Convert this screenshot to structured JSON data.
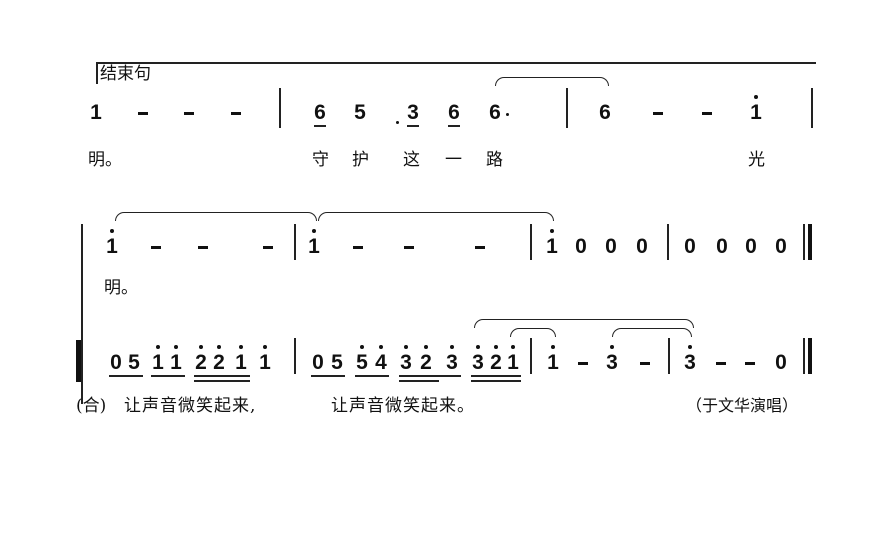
{
  "section_label": "结束句",
  "system1": {
    "measures": [
      {
        "notes": [
          "1",
          "-",
          "-",
          "-"
        ]
      },
      {
        "notes": [
          "6",
          "5",
          ".3",
          "6",
          "6·"
        ]
      },
      {
        "notes": [
          "6",
          "-",
          "-",
          "i"
        ]
      }
    ],
    "lyrics": {
      "m1": "明。",
      "m2": [
        "守",
        "护",
        "这",
        "一",
        "路"
      ],
      "m3": "光"
    }
  },
  "system2": {
    "measures": [
      {
        "notes": [
          "i",
          "-",
          "-",
          "-"
        ]
      },
      {
        "notes": [
          "i",
          "-",
          "-",
          "-"
        ]
      },
      {
        "notes": [
          "i",
          "0",
          "0",
          "0"
        ]
      },
      {
        "notes": [
          "0",
          "0",
          "0",
          "0"
        ]
      }
    ],
    "lyrics": {
      "m1": "明。"
    }
  },
  "system3": {
    "measures": [
      {
        "notes": [
          "0",
          "5",
          "i",
          "i",
          "2",
          "2",
          "i",
          "i"
        ]
      },
      {
        "notes": [
          "0",
          "5",
          "5",
          "4",
          "3",
          "2",
          "3",
          "3",
          "2",
          "i"
        ]
      },
      {
        "notes": [
          "i",
          "-",
          "3",
          "-"
        ]
      },
      {
        "notes": [
          "3",
          "-",
          "-",
          "0"
        ]
      }
    ],
    "lyrics": {
      "part_label": "(合)",
      "line1": "让声音微笑起来,",
      "line2": "让声音微笑起来。"
    },
    "credit": "（于文华演唱）"
  }
}
